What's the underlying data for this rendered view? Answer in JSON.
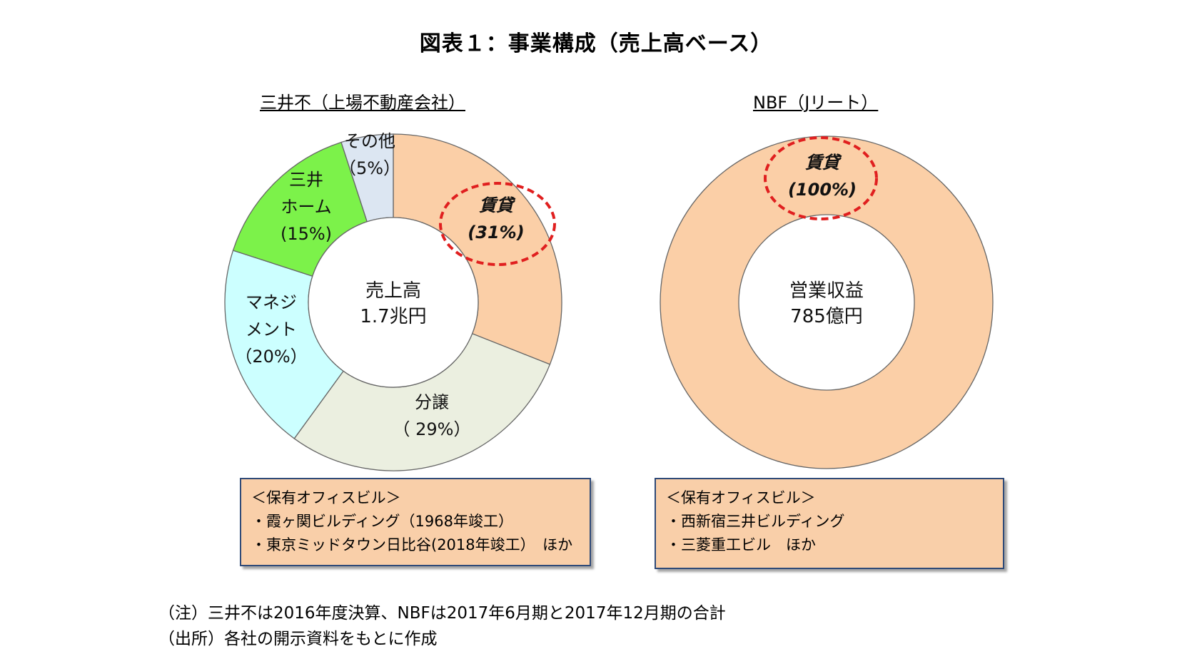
{
  "title": "図表１：事業構成（売上高ベース）",
  "chart_data": [
    {
      "type": "pie",
      "title": "三井不（上場不動産会社）",
      "center_label": [
        "売上高",
        "1.7兆円"
      ],
      "categories": [
        "賃貸",
        "分譲",
        "マネジメント",
        "三井ホーム",
        "その他"
      ],
      "values": [
        31,
        29,
        20,
        15,
        5
      ],
      "slice_labels": [
        [
          "賃貸",
          "(31%)"
        ],
        [
          "分譲",
          "（ 29%）"
        ],
        [
          "マネジ",
          "メント",
          "（20%）"
        ],
        [
          "三井",
          "ホーム",
          "(15%)"
        ],
        [
          "その他",
          "（5%）"
        ]
      ],
      "highlight": "賃貸",
      "colors": [
        "#fbcfa7",
        "#ebefe0",
        "#ccffff",
        "#7cf24a",
        "#dce6f2"
      ],
      "highlight_color": "#e01f1f"
    },
    {
      "type": "pie",
      "title": "NBF（Jリート）",
      "center_label": [
        "営業収益",
        "785億円"
      ],
      "categories": [
        "賃貸"
      ],
      "values": [
        100
      ],
      "slice_labels": [
        [
          "賃貸",
          "(100%)"
        ]
      ],
      "highlight": "賃貸",
      "colors": [
        "#fbcfa7"
      ],
      "highlight_color": "#e01f1f"
    }
  ],
  "boxes": {
    "left": [
      "＜保有オフィスビル＞",
      "・霞ヶ関ビルディング（1968年竣工）",
      "・東京ミッドタウン日比谷(2018年竣工）　ほか"
    ],
    "right": [
      "＜保有オフィスビル＞",
      "・西新宿三井ビルディング",
      "・三菱重工ビル　ほか"
    ]
  },
  "notes": [
    "（注）三井不は2016年度決算、NBFは2017年6月期と2017年12月期の合計",
    "（出所）各社の開示資料をもとに作成"
  ]
}
